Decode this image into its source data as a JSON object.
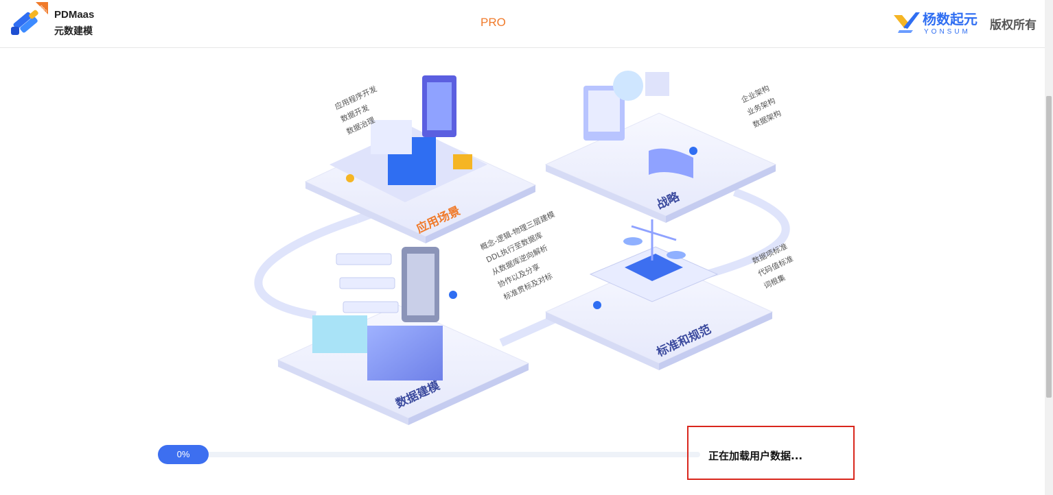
{
  "header": {
    "app_name": "PDMaas",
    "app_subtitle": "元数建模",
    "logo_badge": "PRO",
    "center_label": "PRO",
    "brand_name": "杨数起元",
    "brand_en": "YONSUM",
    "copyright": "版权所有"
  },
  "illustration": {
    "app_scenario": {
      "title": "应用场景",
      "items": [
        "应用程序开发",
        "数据开发",
        "数据治理"
      ]
    },
    "strategy": {
      "title": "战略",
      "items": [
        "企业架构",
        "业务架构",
        "数据架构"
      ]
    },
    "data_modeling": {
      "title": "数据建模",
      "items": [
        "概念-逻辑-物理三层建模",
        "DDL执行至数据库",
        "从数据库逆向解析",
        "协作以及分享",
        "标准贯标及对标"
      ]
    },
    "standards": {
      "title": "标准和规范",
      "items": [
        "数据项标准",
        "代码值标准",
        "词根集"
      ]
    }
  },
  "progress": {
    "value": 0,
    "label": "0%",
    "status": "正在加载用户数据..."
  },
  "colors": {
    "primary": "#3d6ff0",
    "accent_orange": "#f07a2a",
    "highlight_red": "#d9261c"
  }
}
